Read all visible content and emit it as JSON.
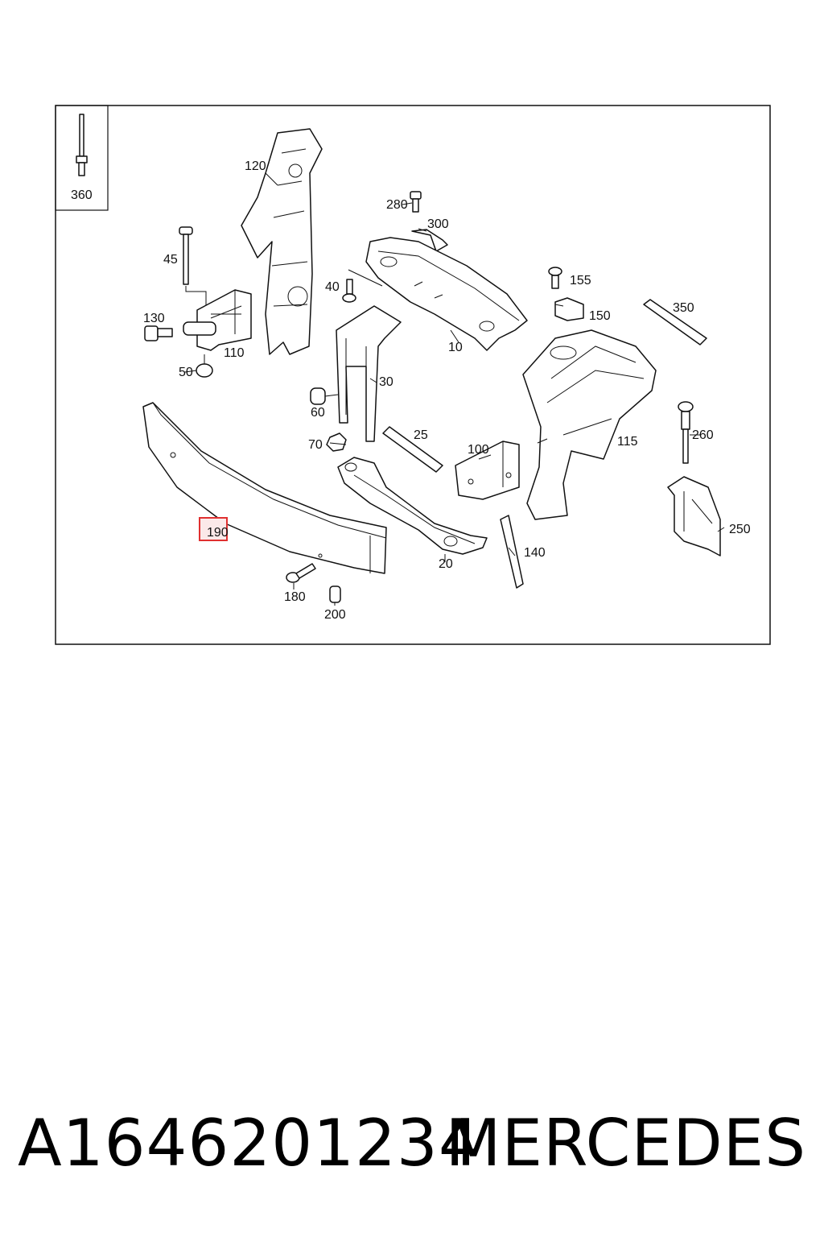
{
  "callouts": {
    "c360": "360",
    "c120": "120",
    "c280": "280",
    "c300": "300",
    "c45": "45",
    "c40": "40",
    "c155": "155",
    "c150": "150",
    "c350": "350",
    "c130": "130",
    "c110": "110",
    "c10": "10",
    "c50": "50",
    "c30": "30",
    "c60": "60",
    "c25": "25",
    "c260": "260",
    "c70": "70",
    "c100": "100",
    "c115": "115",
    "c190": "190",
    "c250": "250",
    "c140": "140",
    "c20": "20",
    "c180": "180",
    "c200": "200"
  },
  "highlight": {
    "label": "190",
    "color": "#e03030"
  },
  "footer": {
    "part_number": "A1646201234",
    "brand": "MERCEDES"
  }
}
